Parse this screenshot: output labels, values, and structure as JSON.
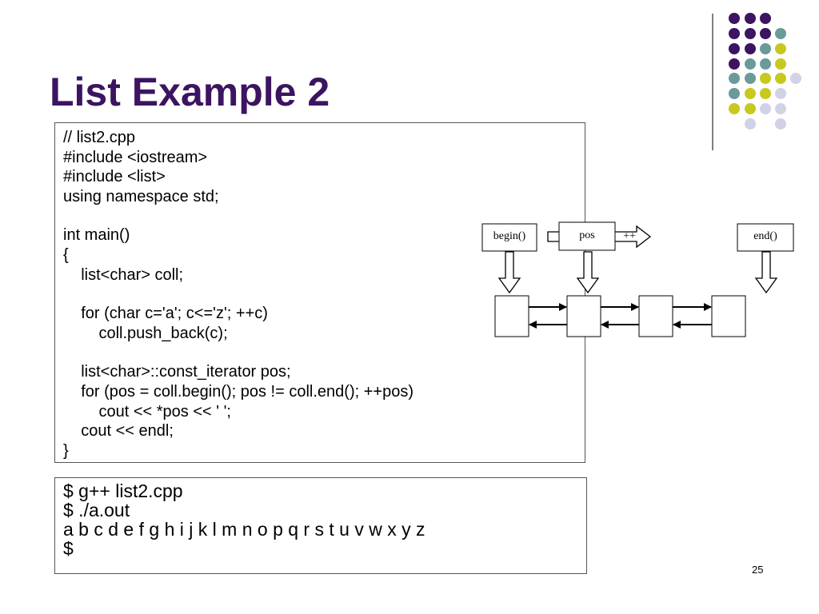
{
  "colors": {
    "title": "#3c1461",
    "purple": "#3c1461",
    "teal": "#6a9a9a",
    "yellow": "#c8c81e",
    "lavender": "#d2d2e6",
    "box_border": "#555555"
  },
  "title": "List Example 2",
  "code_lines": [
    "// list2.cpp",
    "#include <iostream>",
    "#include <list>",
    "using namespace std;",
    "",
    "int main()",
    "{",
    "    list<char> coll;",
    "",
    "    for (char c='a'; c<='z'; ++c)",
    "        coll.push_back(c);",
    "",
    "    list<char>::const_iterator pos;",
    "    for (pos = coll.begin(); pos != coll.end(); ++pos)",
    "        cout << *pos << ' ';",
    "    cout << endl;",
    "}"
  ],
  "output_lines": [
    "$ g++ list2.cpp",
    "$ ./a.out",
    "a b c d e f g h i j k l m n o p q r s t u v w x y z",
    "$"
  ],
  "diagram": {
    "begin_label": "begin()",
    "pos_label": "pos",
    "increment_label": "++",
    "end_label": "end()"
  },
  "page_number": "25"
}
